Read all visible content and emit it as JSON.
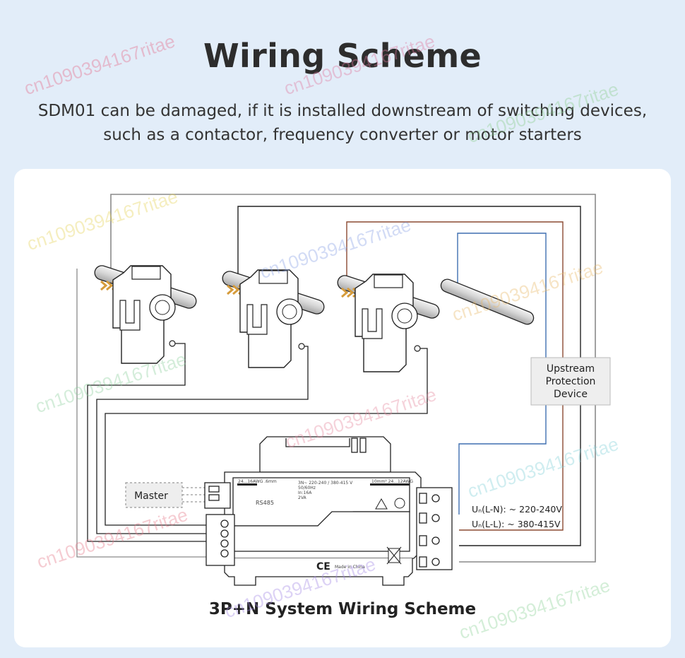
{
  "header": {
    "title": "Wiring Scheme",
    "subtitle_line1": "SDM01 can be damaged, if it is installed downstream of switching devices,",
    "subtitle_line2": "such as a contactor, frequency converter or motor starters"
  },
  "diagram": {
    "caption": "3P+N System Wiring Scheme",
    "master_label": "Master",
    "upstream_label_line1": "Upstream",
    "upstream_label_line2": "Protection",
    "upstream_label_line3": "Device",
    "voltage_ln": "Uₙ(L-N): ~ 220-240V",
    "voltage_ll": "Uₙ(L-L): ~ 380-415V",
    "meter_text": {
      "wire_left": "24...16AWG .6mm",
      "specs_line1": "3N~ 220-240 / 380-415 V",
      "specs_line2": "50/60Hz",
      "specs_line3": "In:16A",
      "specs_line4": "2VA",
      "wire_right": "10mm²  24...12AWG",
      "rs485": "RS485",
      "made_in": "Made in China",
      "ce": "CE"
    },
    "wire_colors": {
      "neutral_gray": "#8a8a8a",
      "l1_black": "#222222",
      "l2_brown": "#8b4a32",
      "l3_blue": "#3f6fb0"
    }
  },
  "watermark": {
    "text": "cn1090394167ritae"
  }
}
